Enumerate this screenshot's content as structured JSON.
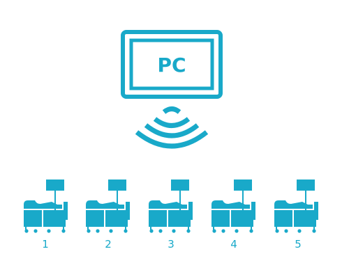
{
  "diagram": {
    "accent": "#19a9c9",
    "pc": {
      "label": "PC",
      "icon": "monitor-icon"
    },
    "signal": {
      "icon": "wifi-signal-icon"
    },
    "stations": [
      {
        "label": "1",
        "icon": "patient-bed-monitor-icon"
      },
      {
        "label": "2",
        "icon": "patient-bed-monitor-icon"
      },
      {
        "label": "3",
        "icon": "patient-bed-monitor-icon"
      },
      {
        "label": "4",
        "icon": "patient-bed-monitor-icon"
      },
      {
        "label": "5",
        "icon": "patient-bed-monitor-icon"
      }
    ]
  }
}
